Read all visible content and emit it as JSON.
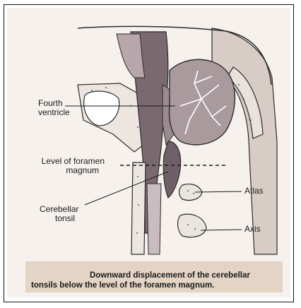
{
  "labels": {
    "fourth_ventricle": [
      "Fourth",
      "ventricle"
    ],
    "foramen_level": [
      "Level of foramen",
      "magnum"
    ],
    "cerebellar_tonsil": [
      "Cerebellar",
      "tonsil"
    ],
    "atlas": "Atlas",
    "axis": "Axis"
  },
  "caption": {
    "line1": "Downward displacement of the cerebellar",
    "line2": "tonsils below the level of the foramen magnum."
  },
  "colors": {
    "background": "#f6f1ec",
    "caption_band": "#e4d4c6",
    "tissue_dark": "#7a6a70",
    "tissue_mid": "#b9a9ad",
    "tissue_light": "#d9cfd1",
    "bone": "#ece7e2",
    "outline": "#2b2b2b"
  }
}
